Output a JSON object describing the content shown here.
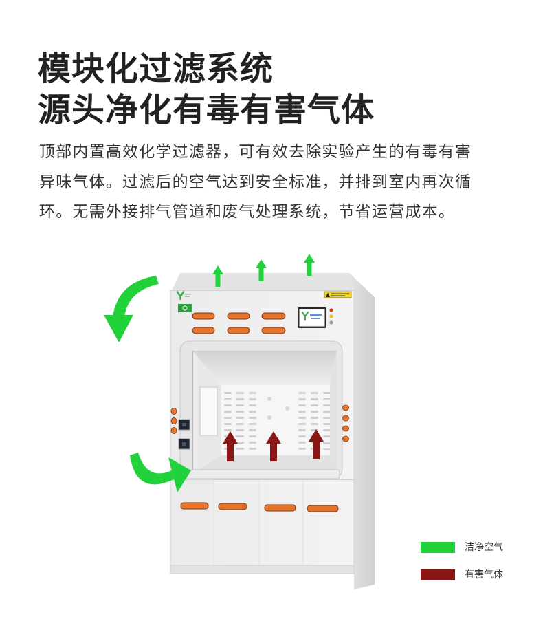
{
  "heading": {
    "lines": [
      "模块化过滤系统",
      "源头净化有毒有害气体"
    ]
  },
  "description": {
    "lines": [
      "顶部内置高效化学过滤器，可有效去除实验产生的有毒有害",
      "异味气体。过滤后的空气达到安全标准，并排到室内再次循",
      "环。无需外接排气管道和废气处理系统，节省运营成本。"
    ]
  },
  "legend": {
    "items": [
      {
        "label": "洁净空气",
        "color": "#22d23a"
      },
      {
        "label": "有害气体",
        "color": "#8b1616"
      }
    ]
  },
  "colors": {
    "heading_text": "#222222",
    "body_text": "#333333",
    "vent_orange": "#e6742c"
  }
}
